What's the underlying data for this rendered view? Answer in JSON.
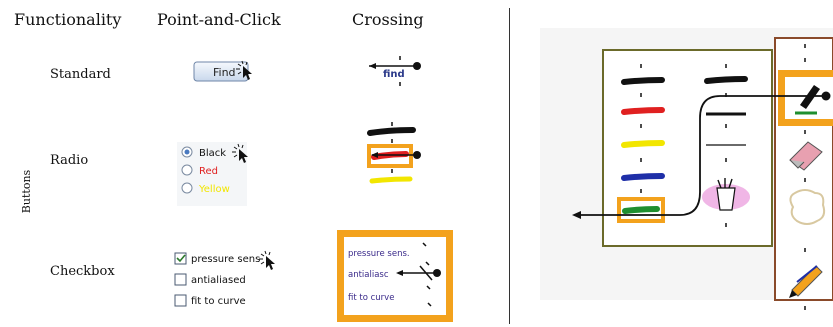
{
  "headers": {
    "functionality": "Functionality",
    "point_and_click": "Point-and-Click",
    "crossing": "Crossing"
  },
  "group_label": "Buttons",
  "rows": {
    "standard": "Standard",
    "radio": "Radio",
    "checkbox": "Checkbox"
  },
  "find_button": "Find",
  "crossing_find": "find",
  "radio_options": [
    "Black",
    "Red",
    "Yellow"
  ],
  "checkbox_options": [
    "pressure sens",
    "antialiased",
    "fit to curve"
  ],
  "crossing_checkbox_options": [
    "pressure sens.",
    "antialiasc",
    "fit to curve"
  ],
  "colors": {
    "black": "#111111",
    "red": "#e02020",
    "yellow": "#f2e600",
    "blue": "#1f2fa8",
    "green": "#1f8f2f",
    "orange": "#f3a21d",
    "olive": "#6b6a2a",
    "brown": "#8a4a2a",
    "find_blue": "#2b3a8a"
  }
}
